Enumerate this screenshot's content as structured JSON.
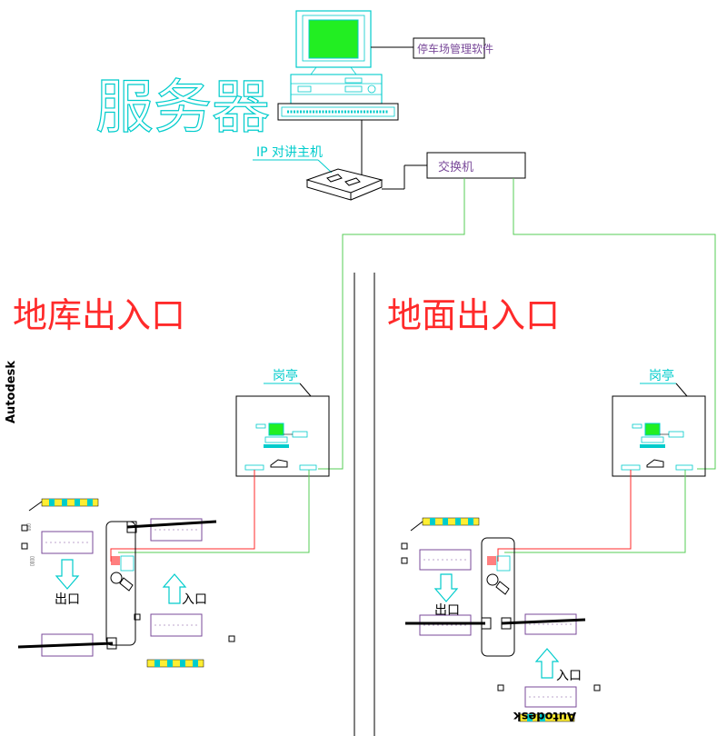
{
  "colors": {
    "cyan": "#00cccc",
    "red": "#ff2a2a",
    "green": "#55cc55",
    "screen_green": "#22ee22",
    "purple": "#7a4a9a",
    "yellow": "#ffee33",
    "light_blue": "#66ccff",
    "black": "#000000"
  },
  "server": {
    "title": "服务器",
    "software_label": "停车场管理软件"
  },
  "network": {
    "ip_intercom_label": "IP 对讲主机",
    "switch_label": "交换机"
  },
  "zones": {
    "left_title": "地库出入口",
    "right_title": "地面出入口",
    "booth_label": "岗亭"
  },
  "lanes": {
    "exit_label": "出口",
    "entry_label": "入口"
  },
  "watermarks": {
    "left": "Autodesk",
    "bottom": "Autodesk"
  }
}
